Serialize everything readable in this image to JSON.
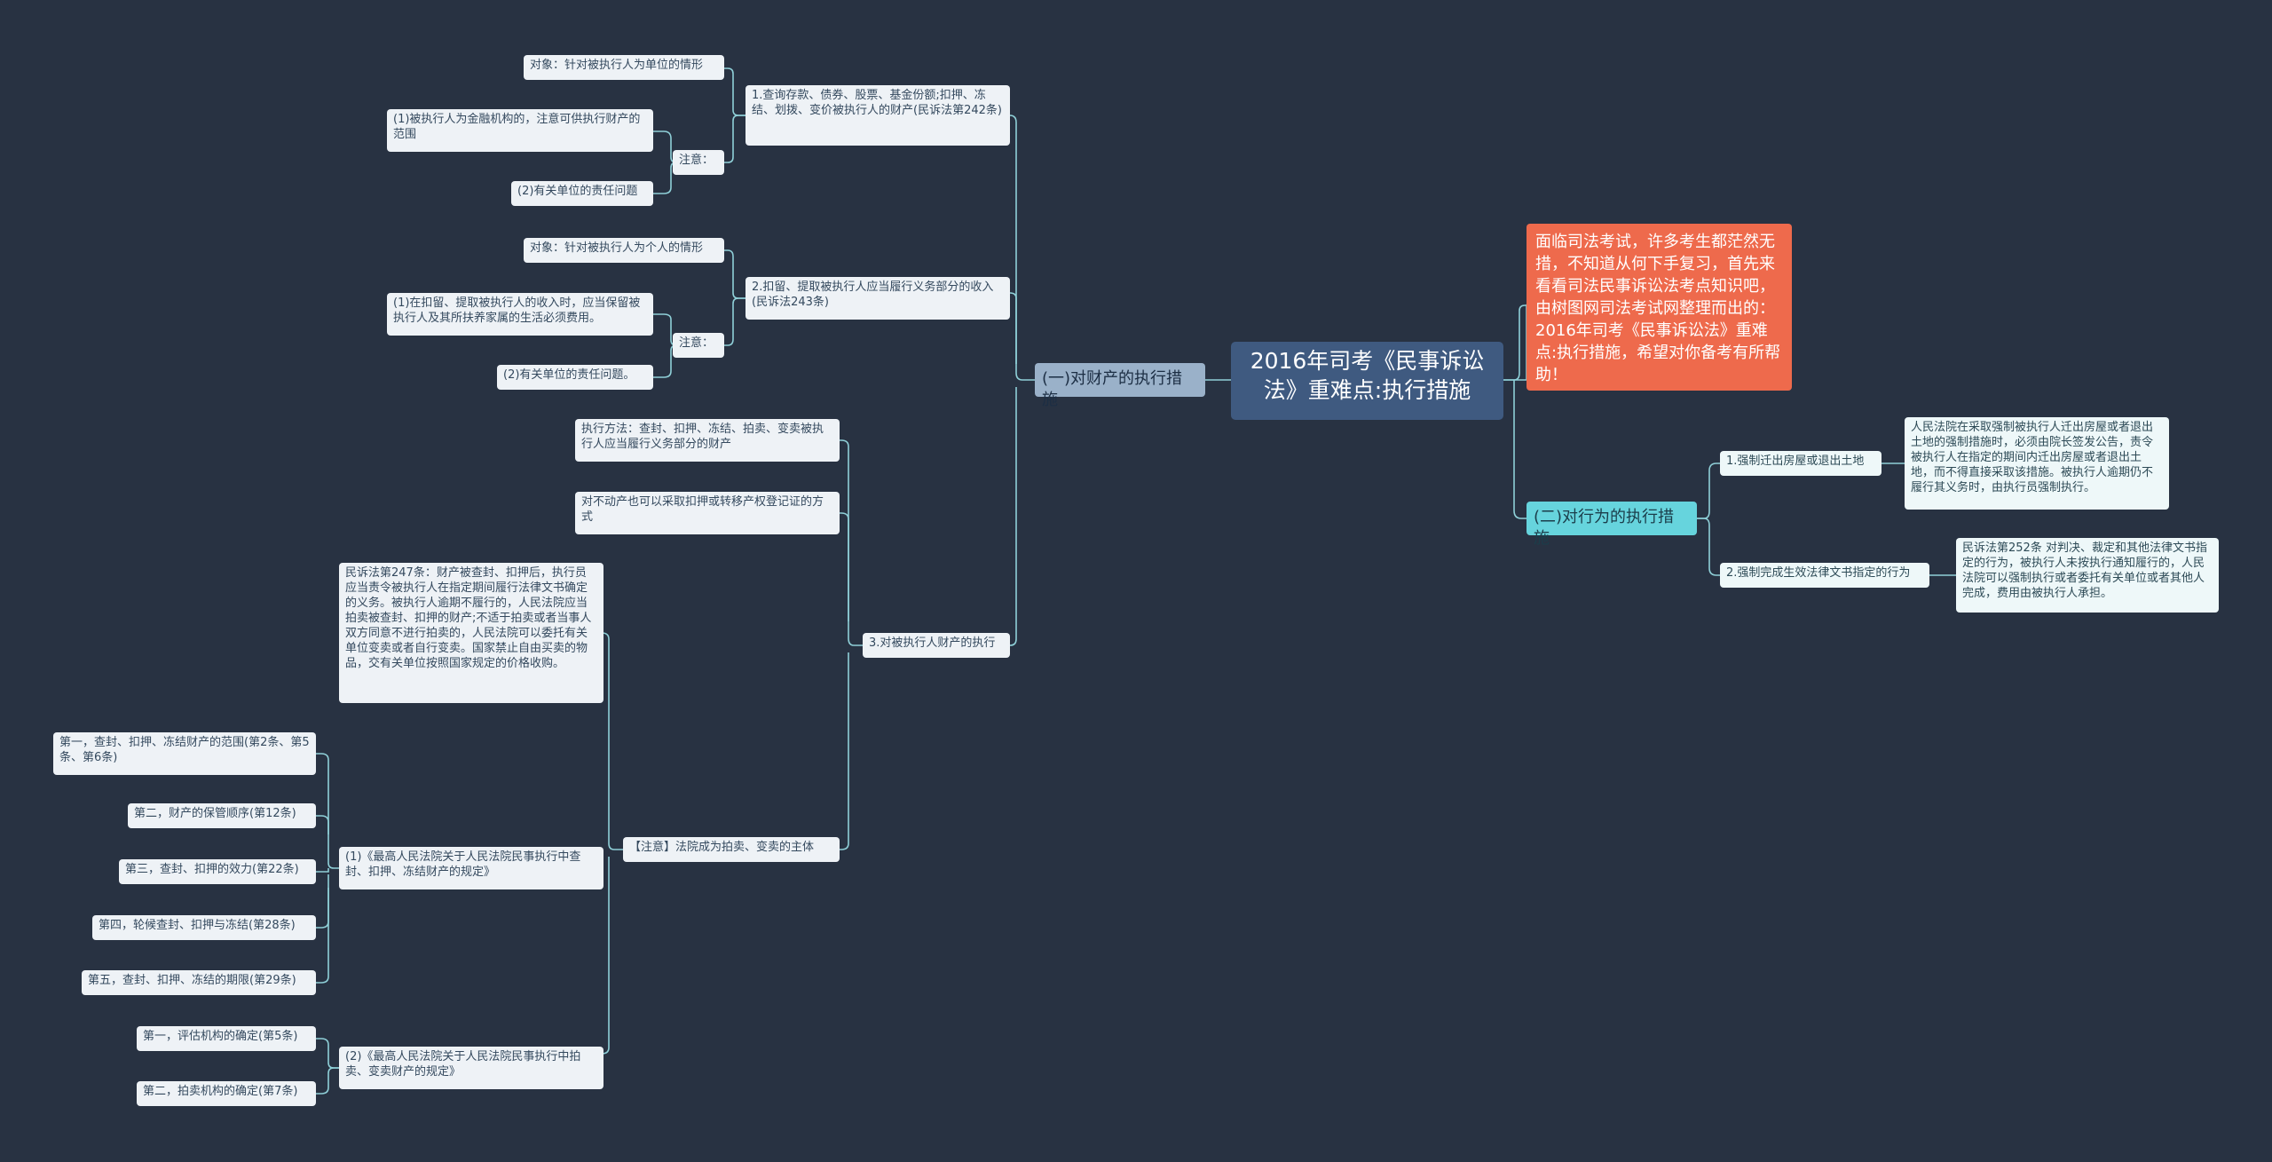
{
  "root": "2016年司考《民事诉讼法》重难点:执行措施",
  "note": "面临司法考试，许多考生都茫然无措，不知道从何下手复习，首先来看看司法民事诉讼法考点知识吧，由树图网司法考试网整理而出的：2016年司考《民事诉讼法》重难点:执行措施，希望对你备考有所帮助！",
  "left": {
    "branch": "(一)对财产的执行措施",
    "item1": {
      "label": "1.查询存款、债券、股票、基金份额;扣押、冻结、划拨、变价被执行人的财产(民诉法第242条)",
      "object": "对象：针对被执行人为单位的情形",
      "attention": "注意：",
      "a1": "(1)被执行人为金融机构的，注意可供执行财产的范围",
      "a2": "(2)有关单位的责任问题"
    },
    "item2": {
      "label": "2.扣留、提取被执行人应当履行义务部分的收入(民诉法243条)",
      "object": "对象：针对被执行人为个人的情形",
      "attention": "注意：",
      "a1": "(1)在扣留、提取被执行人的收入时，应当保留被执行人及其所扶养家属的生活必须费用。",
      "a2": "(2)有关单位的责任问题。"
    },
    "item3": {
      "label": "3.对被执行人财产的执行",
      "method": "执行方法：查封、扣押、冻结、拍卖、变卖被执行人应当履行义务部分的财产",
      "realty": "对不动产也可以采取扣押或转移产权登记证的方式",
      "court": "【注意】法院成为拍卖、变卖的主体",
      "art247": "民诉法第247条：财产被查封、扣押后，执行员应当责令被执行人在指定期间履行法律文书确定的义务。被执行人逾期不履行的，人民法院应当拍卖被查封、扣押的财产;不适于拍卖或者当事人双方同意不进行拍卖的，人民法院可以委托有关单位变卖或者自行变卖。国家禁止自由买卖的物品，交有关单位按照国家规定的价格收购。",
      "reg1": {
        "label": "(1)《最高人民法院关于人民法院民事执行中查封、扣押、冻结财产的规定》",
        "items": [
          "第一，查封、扣押、冻结财产的范围(第2条、第5条、第6条)",
          "第二，财产的保管顺序(第12条)",
          "第三，查封、扣押的效力(第22条)",
          "第四，轮候查封、扣押与冻结(第28条)",
          "第五，查封、扣押、冻结的期限(第29条)"
        ]
      },
      "reg2": {
        "label": "(2)《最高人民法院关于人民法院民事执行中拍卖、变卖财产的规定》",
        "items": [
          "第一，评估机构的确定(第5条)",
          "第二，拍卖机构的确定(第7条)"
        ]
      }
    }
  },
  "right": {
    "branch": "(二)对行为的执行措施",
    "item1": {
      "label": "1.强制迁出房屋或退出土地",
      "detail": "人民法院在采取强制被执行人迁出房屋或者退出土地的强制措施时，必须由院长签发公告，责令被执行人在指定的期间内迁出房屋或者退出土地，而不得直接采取该措施。被执行人逾期仍不履行其义务时，由执行员强制执行。"
    },
    "item2": {
      "label": "2.强制完成生效法律文书指定的行为",
      "detail": "民诉法第252条 对判决、裁定和其他法律文书指定的行为，被执行人未按执行通知履行的，人民法院可以强制执行或者委托有关单位或者其他人完成，费用由被执行人承担。"
    }
  },
  "colors": {
    "background": "#283242",
    "root": "#3f5a80",
    "note": "#ee6a4c",
    "leftBranch": "#9ab1c9",
    "rightBranch": "#66d4dd",
    "line": "#8fd0d8"
  }
}
